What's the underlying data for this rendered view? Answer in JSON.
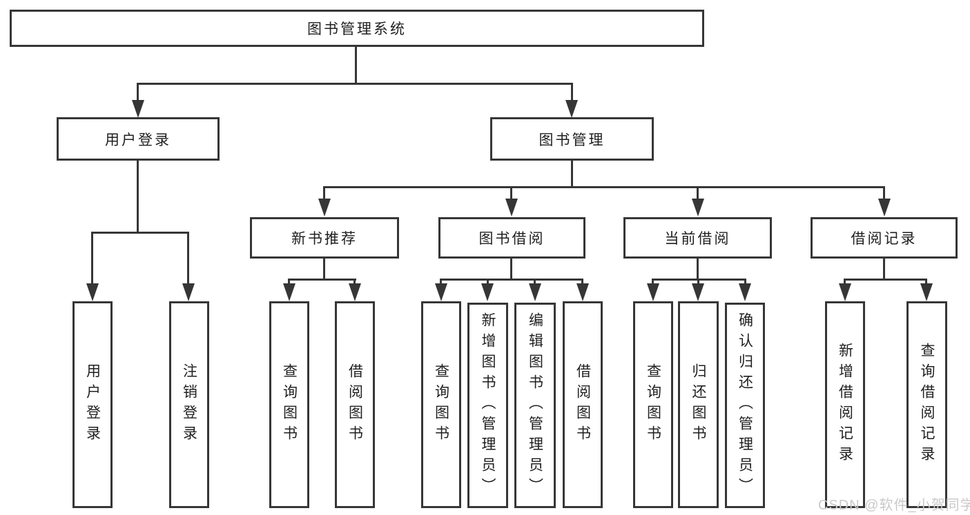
{
  "tree": {
    "label": "图书管理系统",
    "children": [
      {
        "label": "用户登录",
        "children": [
          {
            "label": "用户登录"
          },
          {
            "label": "注销登录"
          }
        ]
      },
      {
        "label": "图书管理",
        "children": [
          {
            "label": "新书推荐",
            "children": [
              {
                "label": "查询图书"
              },
              {
                "label": "借阅图书"
              }
            ]
          },
          {
            "label": "图书借阅",
            "children": [
              {
                "label": "查询图书"
              },
              {
                "label": "新增图书（管理员）"
              },
              {
                "label": "编辑图书（管理员）"
              },
              {
                "label": "借阅图书"
              }
            ]
          },
          {
            "label": "当前借阅",
            "children": [
              {
                "label": "查询图书"
              },
              {
                "label": "归还图书"
              },
              {
                "label": "确认归还（管理员）"
              }
            ]
          },
          {
            "label": "借阅记录",
            "children": [
              {
                "label": "新增借阅记录"
              },
              {
                "label": "查询借阅记录"
              }
            ]
          }
        ]
      }
    ]
  },
  "watermark": {
    "text": "CSDN @软件_小贺同学"
  },
  "colors": {
    "line": "#363636",
    "text": "#1f1f1f",
    "background": "#ffffff",
    "watermark": "#c9c9c9"
  }
}
